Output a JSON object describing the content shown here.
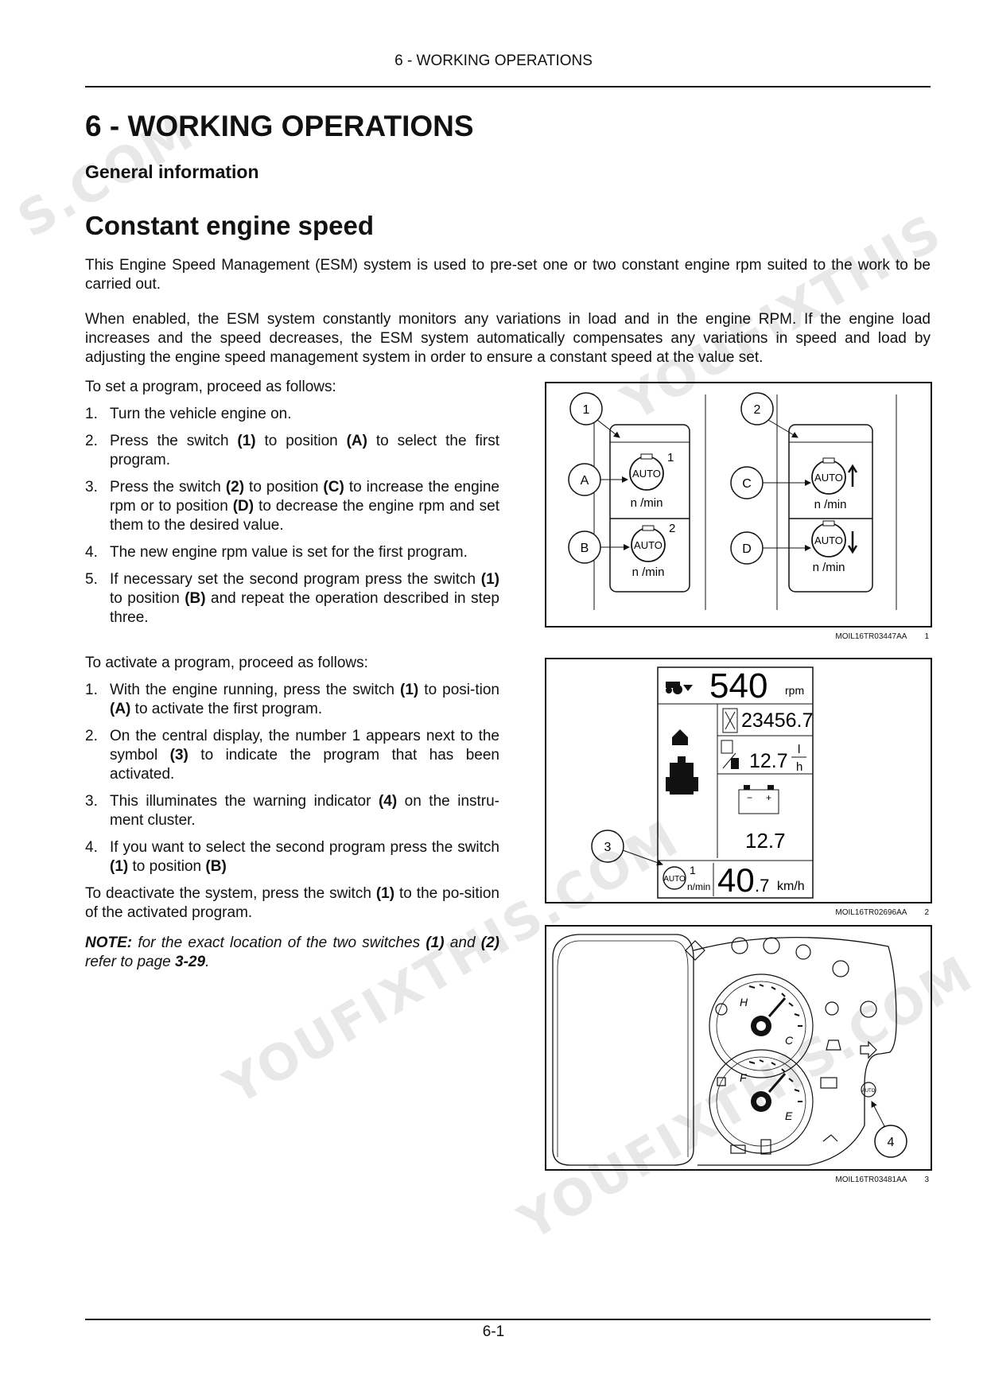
{
  "running_head": "6 - WORKING OPERATIONS",
  "chapter_title": "6 - WORKING OPERATIONS",
  "section_title": "General information",
  "topic_title": "Constant engine speed",
  "intro_paragraphs": [
    "This Engine Speed Management (ESM) system is used to pre-set one or two constant engine rpm suited to the work to be carried out.",
    "When enabled, the ESM system constantly monitors any variations in load and in the engine RPM. If the engine load increases and the speed decreases, the ESM system automatically compensates any variations in speed and load by adjusting the engine speed management system in order to ensure a constant speed at the value set."
  ],
  "set_program": {
    "lead": "To set a program, proceed as follows:",
    "steps": [
      {
        "num": "1.",
        "html": "Turn the vehicle engine on."
      },
      {
        "num": "2.",
        "html": "Press the switch <b>(1)</b> to position <b>(A)</b> to select the first program."
      },
      {
        "num": "3.",
        "html": "Press the switch <b>(2)</b> to position <b>(C)</b> to increase the engine rpm or to position <b>(D)</b> to decrease the engine rpm and set them to the desired value."
      },
      {
        "num": "4.",
        "html": "The new engine rpm value is set for the first program."
      },
      {
        "num": "5.",
        "html": "If necessary set the second program press the switch <b>(1)</b> to position <b>(B)</b> and repeat the operation described in step three."
      }
    ]
  },
  "activate_program": {
    "lead": "To activate a program, proceed as follows:",
    "steps": [
      {
        "num": "1.",
        "html": "With the engine running, press the switch <b>(1)</b> to posi-tion <b>(A)</b> to activate the first program."
      },
      {
        "num": "2.",
        "html": "On the central display, the number 1 appears next to the symbol <b>(3)</b> to indicate the program that has been activated."
      },
      {
        "num": "3.",
        "html": "This illuminates the warning indicator <b>(4)</b> on the instru-ment cluster."
      },
      {
        "num": "4.",
        "html": "If you want to select the second program press the switch <b>(1)</b> to position <b>(B)</b>"
      }
    ]
  },
  "deactivate_html": "To deactivate the system, press the switch <b>(1)</b> to the po-sition of the activated program.",
  "note_html": "<b>NOTE:</b> for the exact location of the two switches <b>(1)</b> and <b>(2)</b> refer to page <b>3-29</b>.",
  "figures": [
    {
      "code": "MOIL16TR03447AA",
      "num": "1",
      "callouts": [
        "1",
        "2",
        "A",
        "B",
        "C",
        "D"
      ],
      "auto_text": "AUTO",
      "nmin_text": "n /min",
      "switch_marks": [
        "1",
        "2"
      ]
    },
    {
      "code": "MOIL16TR02696AA",
      "num": "2",
      "rpm_value": "540",
      "rpm_unit": "rpm",
      "hours_value": "23456.7",
      "fuel_rate": "12.7",
      "fuel_unit_top": "l",
      "fuel_unit_bottom": "h",
      "battery_volts": "12.7",
      "program_no": "1",
      "program_unit": "n/min",
      "speed_int": "40",
      "speed_dec": ".7",
      "speed_unit": "km/h",
      "auto_text": "AUTO",
      "callout": "3"
    },
    {
      "code": "MOIL16TR03481AA",
      "num": "3",
      "callout": "4",
      "gauge_labels": [
        "H",
        "C",
        "F",
        "E"
      ],
      "auto_text": "AUTO"
    }
  ],
  "page_number": "6-1",
  "watermark": [
    "S.COM",
    "YOUFIXTHIS.COM",
    "YOUFIXTHIS",
    "YOUFIXTHIS.COM"
  ]
}
